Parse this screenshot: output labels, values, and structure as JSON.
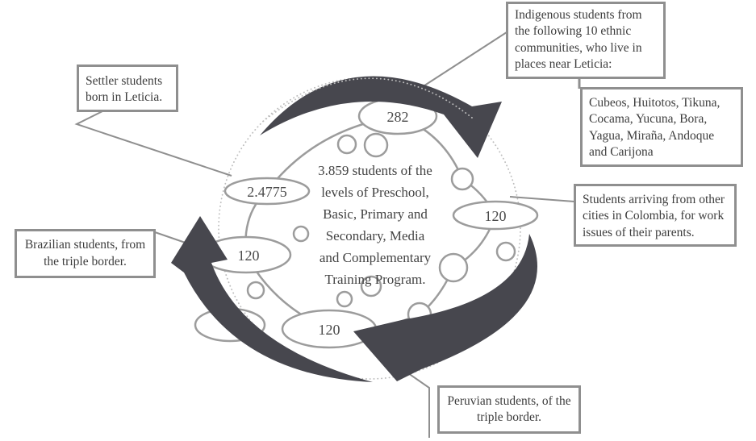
{
  "diagram": {
    "center_text": "3.859 students of the\nlevels of Preschool,\nBasic, Primary and\nSecondary, Media\nand Complementary\nTraining Program.",
    "nodes": [
      {
        "id": "top",
        "label": "282"
      },
      {
        "id": "left",
        "label": "2.4775"
      },
      {
        "id": "right",
        "label": "120"
      },
      {
        "id": "lower-left",
        "label": "120"
      },
      {
        "id": "bottom",
        "label": "120"
      }
    ],
    "colors": {
      "arrow": "#47474e",
      "shape_stroke": "#9c9c9c",
      "dotted_circle": "#bdbdbd",
      "box_border": "#8f8f8f",
      "text": "#3d3d3d"
    }
  },
  "callouts": {
    "indigenous": "Indigenous students from the following 10 ethnic communities, who live in places near Leticia:",
    "ethnic_list": "Cubeos, Huitotos, Tikuna, Cocama, Yucuna, Bora, Yagua, Miraña, Andoque and Carijona",
    "settler": "Settler students born in Leticia.",
    "brazilian": "Brazilian students, from the triple border.",
    "colombia": "Students arriving from other cities in Colombia, for work issues of their parents.",
    "peruvian": "Peruvian students, of the triple border."
  }
}
